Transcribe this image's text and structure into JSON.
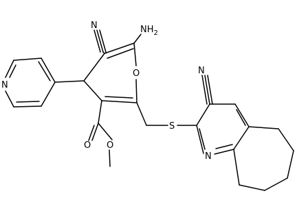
{
  "atoms": {
    "n_cyano_top": "N",
    "nh2": "NH2",
    "n_pyridine": "N",
    "o_ring": "O",
    "o_carbonyl": "O",
    "o_ester": "O",
    "s_thioether": "S",
    "n_cyano_right": "N",
    "n_ring_right": "N"
  }
}
